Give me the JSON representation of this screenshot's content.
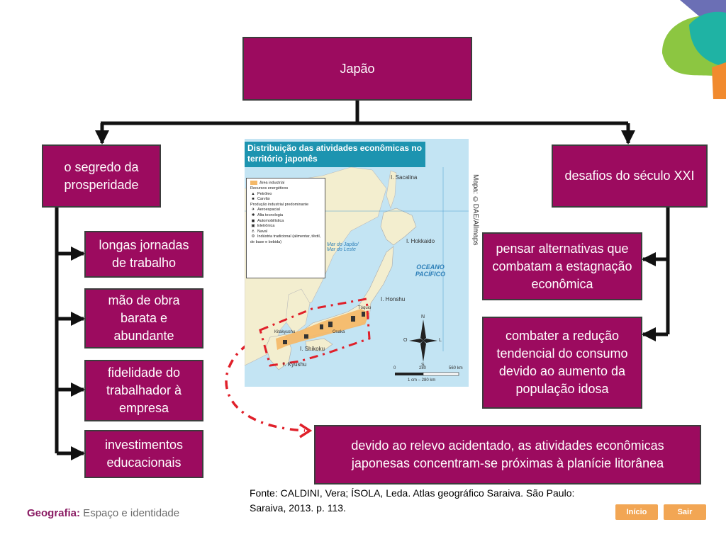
{
  "nodes": {
    "root": "Japão",
    "left_head": "o segredo da prosperidade",
    "right_head": "desafios do século XXI",
    "left_items": [
      "longas jornadas de trabalho",
      "mão de obra barata e abundante",
      "fidelidade do trabalhador à empresa",
      "investimentos educacionais"
    ],
    "right_items": [
      "pensar alternativas que combatam a estagnação econômica",
      "combater a redução tendencial do consumo devido ao aumento da população idosa"
    ],
    "bottom": "devido ao relevo acidentado, as atividades econômicas japonesas concentram-se próximas à planície litorânea"
  },
  "map": {
    "title": "Distribuição das atividades econômicas no território japonês",
    "credit": "Mapa: ©DAE/Allmaps",
    "legend": {
      "industrial_area": "Área industrial",
      "energy_header": "Recursos energéticos",
      "energy": [
        "Petróleo",
        "Carvão"
      ],
      "industry_header": "Produção industrial predominante",
      "industry": [
        "Aeroespacial",
        "Alta tecnologia",
        "Automobilística",
        "Eletrônica",
        "Naval",
        "Indústria tradicional (alimentar, têxtil, de base e bebida)"
      ]
    },
    "labels": {
      "sakhalin": "I. Sacalina",
      "hokkaido": "I. Hokkaido",
      "sea": "Mar do Japão/ Mar do Leste",
      "ocean": "OCEANO PACÍFICO",
      "honshu": "I. Honshu",
      "shikoku": "I. Shikoku",
      "kyushu": "I. Kyushu",
      "tokyo": "Tóquio",
      "osaka": "Osaka",
      "kitakyushu": "Kitakyushu"
    },
    "compass": {
      "n": "N",
      "s": "S",
      "l": "L",
      "o": "O"
    },
    "scale": {
      "ticks": [
        "0",
        "280",
        "560 km"
      ],
      "ratio": "1 cm – 280 km"
    }
  },
  "source": "Fonte: CALDINI, Vera; ÍSOLA, Leda. Atlas geográfico Saraiva. São Paulo: Saraiva, 2013. p. 113.",
  "footer": {
    "bold": "Geografia:",
    "rest": " Espaço e identidade"
  },
  "nav": {
    "home": "Início",
    "exit": "Sair"
  },
  "colors": {
    "box": "#9c0b5f",
    "arrow_red": "#e0202a",
    "nav_button": "#f2a654"
  }
}
